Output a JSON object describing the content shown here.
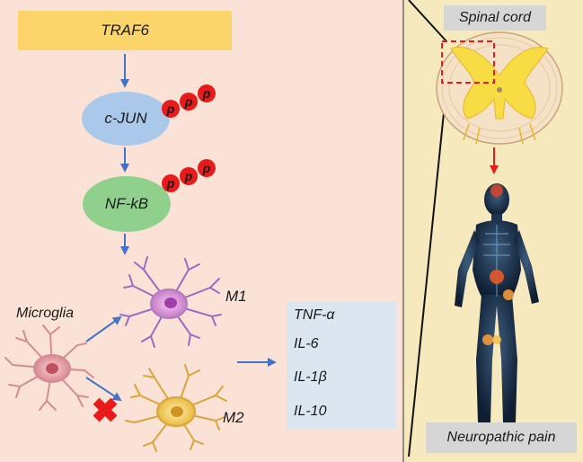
{
  "pathway": {
    "traf6": "TRAF6",
    "cjun": "c-JUN",
    "nfkb": "NF-kB",
    "phospho": "p"
  },
  "microglia": {
    "label": "Microglia",
    "m1": "M1",
    "m2": "M2"
  },
  "cytokines": [
    "TNF-α",
    "IL-6",
    "IL-1β",
    "IL-10"
  ],
  "right": {
    "spinal_cord": "Spinal cord",
    "neuropathic_pain": "Neuropathic pain"
  },
  "colors": {
    "traf6_box": "#fbd46a",
    "cjun": "#a9c8ea",
    "nfkb": "#8fd18c",
    "phospho": "#e81a1a",
    "arrow_blue": "#4472c4",
    "arrow_red": "#e81a1a",
    "up_arrow": "#f4b183",
    "left_bg": "#fae3d6",
    "right_bg": "#f6e9bd"
  }
}
